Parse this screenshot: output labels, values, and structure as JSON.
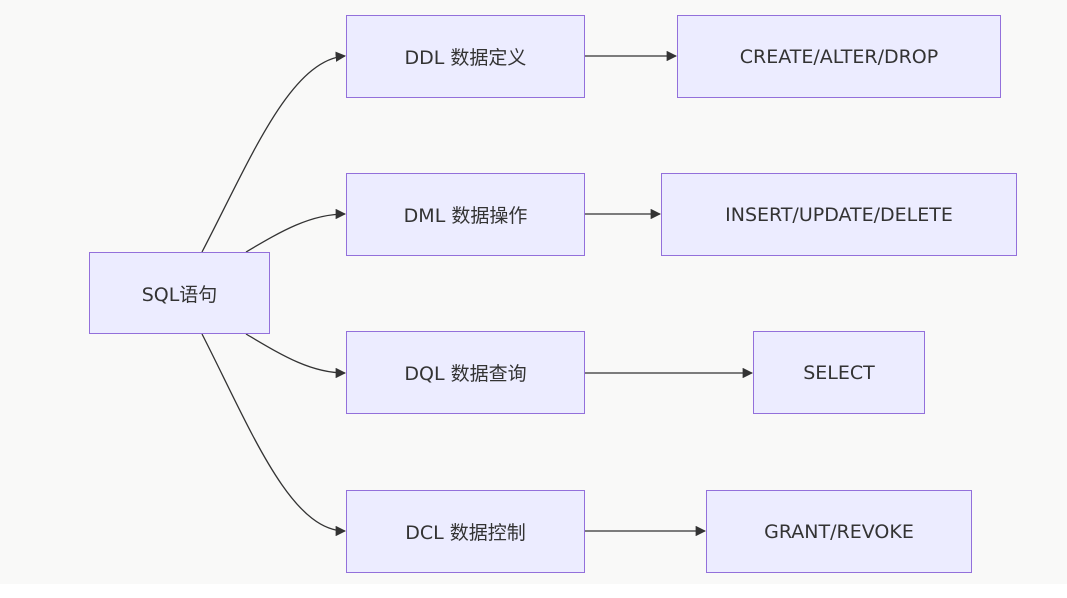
{
  "nodes": {
    "root": "SQL语句",
    "ddl": "DDL 数据定义",
    "dml": "DML 数据操作",
    "dql": "DQL 数据查询",
    "dcl": "DCL 数据控制",
    "ddl_ops": "CREATE/ALTER/DROP",
    "dml_ops": "INSERT/UPDATE/DELETE",
    "dql_ops": "SELECT",
    "dcl_ops": "GRANT/REVOKE"
  },
  "edges": [
    {
      "from": "root",
      "to": "ddl"
    },
    {
      "from": "root",
      "to": "dml"
    },
    {
      "from": "root",
      "to": "dql"
    },
    {
      "from": "root",
      "to": "dcl"
    },
    {
      "from": "ddl",
      "to": "ddl_ops"
    },
    {
      "from": "dml",
      "to": "dml_ops"
    },
    {
      "from": "dql",
      "to": "dql_ops"
    },
    {
      "from": "dcl",
      "to": "dcl_ops"
    }
  ],
  "colors": {
    "node_fill": "#ececff",
    "node_border": "#9370db",
    "edge": "#333333",
    "background": "#f9f9f8"
  }
}
